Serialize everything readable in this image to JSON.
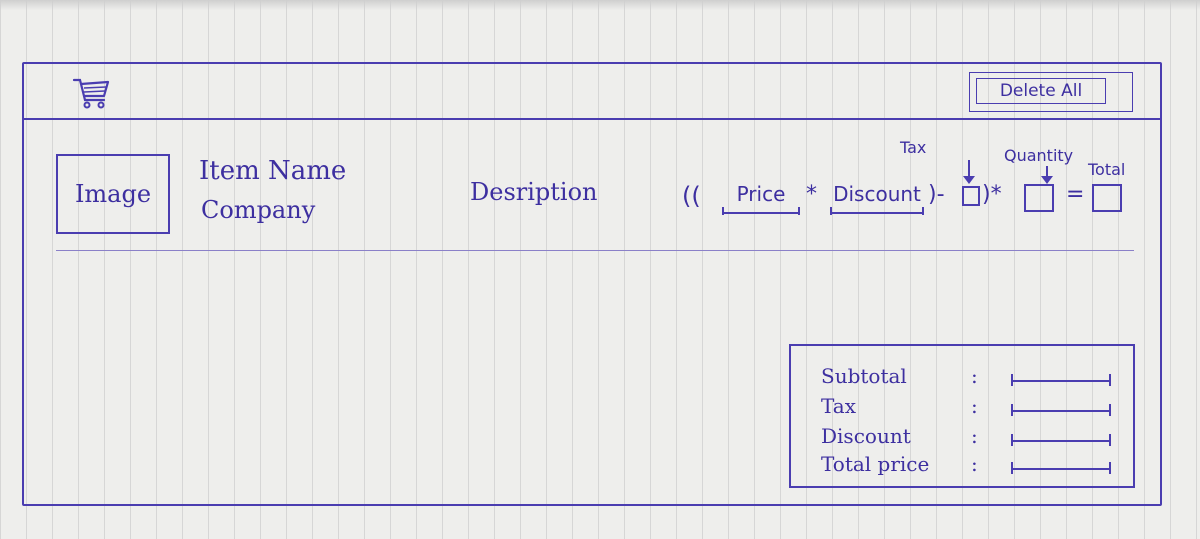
{
  "header": {
    "cart_icon": "cart-icon",
    "delete_all_label": "Delete All"
  },
  "item": {
    "image_placeholder": "Image",
    "name": "Item Name",
    "company": "Company",
    "description": "Desription"
  },
  "formula": {
    "open_parens": "((",
    "price_label": "Price",
    "multiply_1": "*",
    "discount_label": "Discount",
    "close_minus": ")-",
    "close_multiply": ")*",
    "equals": "=",
    "tax_caption": "Tax",
    "quantity_caption": "Quantity",
    "total_caption": "Total"
  },
  "summary": {
    "rows": [
      {
        "label": "Subtotal",
        "colon": ":"
      },
      {
        "label": "Tax",
        "colon": ":"
      },
      {
        "label": "Discount",
        "colon": ":"
      },
      {
        "label": "Total price",
        "colon": ":"
      }
    ]
  },
  "colors": {
    "ink": "#3d2fa0",
    "paper": "#eeeeec"
  }
}
